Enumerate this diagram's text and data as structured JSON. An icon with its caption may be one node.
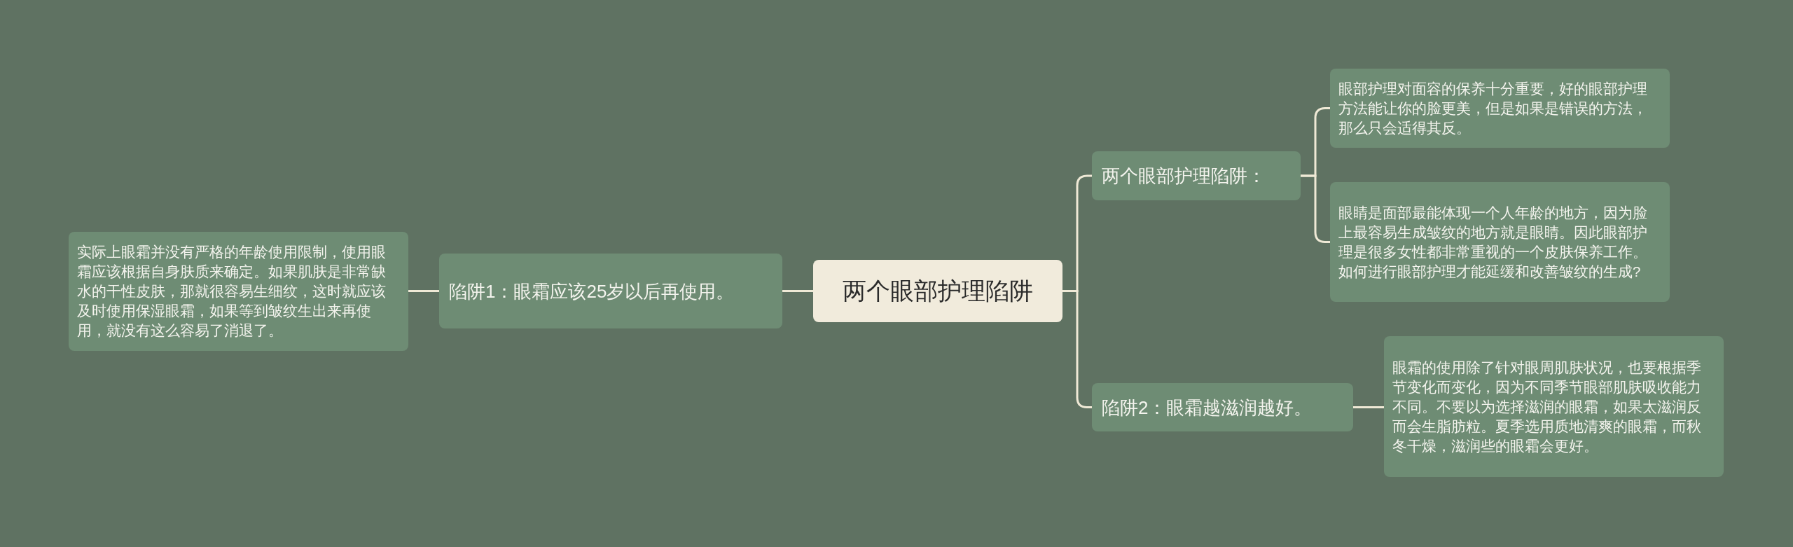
{
  "diagram": {
    "nodes": [
      {
        "text": [
          "两个眼部护理陷阱"
        ]
      },
      {
        "text": [
          "陷阱1：眼霜应该25岁以后再使用。"
        ]
      },
      {
        "text": [
          "实际上眼霜并没有严格的年龄使用限制，使用眼霜应该根据自身肤质来确定。如果肌肤是非常缺水的干性皮肤，那就很容易生细纹，这时就应该及时使用保湿眼霜，如果等到皱纹生出来再使用，就没有这么容易了消退了。"
        ]
      },
      {
        "text": [
          "两个眼部护理陷阱："
        ]
      },
      {
        "text": [
          "眼部护理对面容的保养十分重要，好的眼部护理方法能让你的脸更美，但是如果是错误的方法，那么只会适得其反。"
        ]
      },
      {
        "text": [
          "眼睛是面部最能体现一个人年龄的地方，因为脸上最容易生成皱纹的地方就是眼睛。因此眼部护理是很多女性都非常重视的一个皮肤保养工作。如何进行眼部护理才能延缓和改善皱纹的生成?"
        ]
      },
      {
        "text": [
          "陷阱2：眼霜越滋润越好。"
        ]
      },
      {
        "text": [
          "眼霜的使用除了针对眼周肌肤状况，也要根据季节变化而变化，因为不同季节眼部肌肤吸收能力不同。不要以为选择滋润的眼霜，如果太滋润反而会生脂肪粒。夏季选用质地清爽的眼霜，而秋冬干燥，滋润些的眼霜会更好。"
        ]
      }
    ],
    "edges": [
      {
        "from": 0,
        "to": 1,
        "arrow": "none"
      },
      {
        "from": 1,
        "to": 2,
        "arrow": "none"
      },
      {
        "from": 0,
        "to": 3,
        "arrow": "none"
      },
      {
        "from": 3,
        "to": 4,
        "arrow": "none"
      },
      {
        "from": 3,
        "to": 5,
        "arrow": "none"
      },
      {
        "from": 0,
        "to": 6,
        "arrow": "none"
      },
      {
        "from": 6,
        "to": 7,
        "arrow": "none"
      }
    ]
  }
}
